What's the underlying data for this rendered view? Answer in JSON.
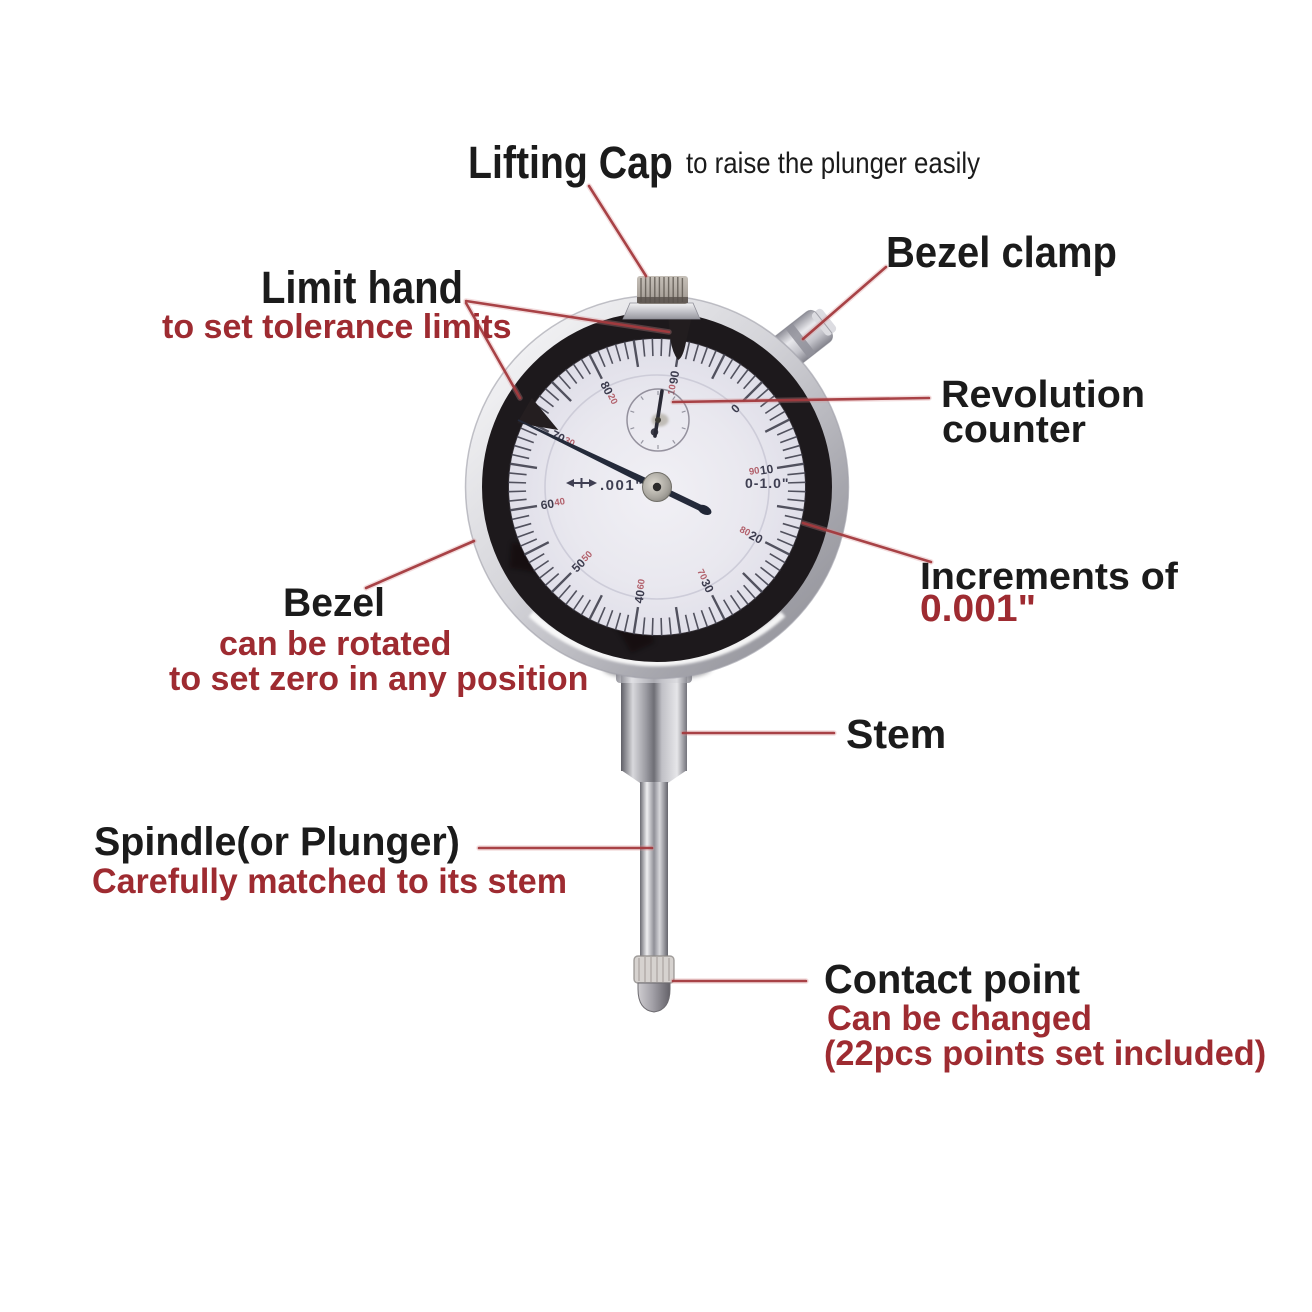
{
  "colors": {
    "background": "#ffffff",
    "label_black": "#1b1b1b",
    "label_red": "#9e2b31",
    "annotation_line": "#a43a3e",
    "dial_face": "#e9e8ef",
    "bezel_ring": "#1d191c",
    "tick": "#42424f",
    "number_black": "#3c3c4e",
    "number_red": "#b2616c",
    "needle": "#242a3a"
  },
  "labels": {
    "lifting_cap": {
      "title": "Lifting Cap",
      "desc": "to raise the plunger easily"
    },
    "bezel_clamp": {
      "title": "Bezel clamp"
    },
    "limit_hand": {
      "title": "Limit hand",
      "desc": "to set tolerance limits"
    },
    "revolution_counter": {
      "title_line1": "Revolution",
      "title_line2": "counter"
    },
    "increments": {
      "title": "Increments of",
      "value": "0.001\""
    },
    "bezel": {
      "title": "Bezel",
      "desc_line1": "can be rotated",
      "desc_line2": "to set zero in any position"
    },
    "stem": {
      "title": "Stem"
    },
    "spindle": {
      "title": "Spindle(or Plunger)",
      "desc": "Carefully matched to its stem"
    },
    "contact_point": {
      "title": "Contact point",
      "desc_line1": "Can be changed",
      "desc_line2": "(22pcs points set included)"
    }
  },
  "dial": {
    "face_marking_left": ".001\"",
    "face_marking_right": "0-1.0\"",
    "numbers_black": [
      "0",
      "10",
      "20",
      "30",
      "40",
      "50",
      "60",
      "70",
      "80",
      "90"
    ],
    "numbers_red": [
      "",
      "90",
      "80",
      "70",
      "60",
      "50",
      "40",
      "30",
      "20",
      "10"
    ],
    "zero_angle_deg": 45,
    "tick_count": 100,
    "major_every": 5,
    "needle_angle_deg": 295.7,
    "tick_color": "#42424f",
    "number_black_color": "#3c3c4e",
    "number_red_color": "#b2616c"
  }
}
